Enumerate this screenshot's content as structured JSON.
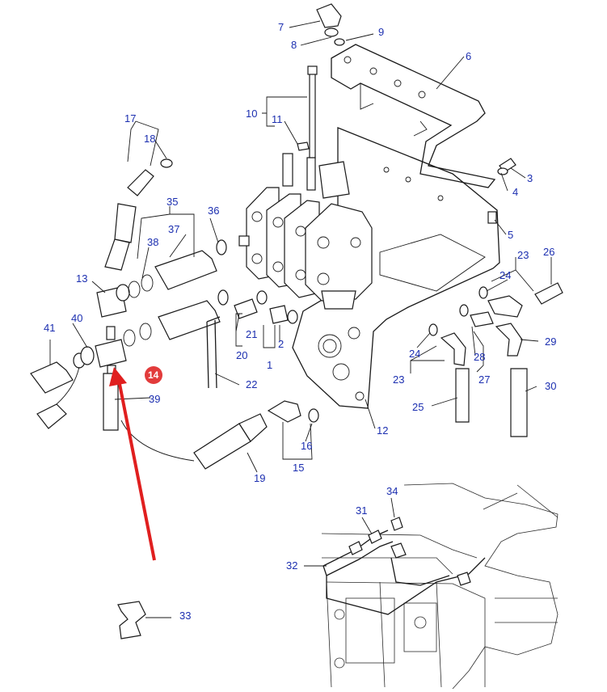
{
  "callouts": {
    "c1": "1",
    "c2": "2",
    "c3": "3",
    "c4": "4",
    "c5": "5",
    "c6": "6",
    "c7": "7",
    "c8": "8",
    "c9": "9",
    "c10": "10",
    "c11": "11",
    "c12": "12",
    "c13": "13",
    "c14": "14",
    "c15": "15",
    "c16": "16",
    "c17": "17",
    "c18": "18",
    "c19": "19",
    "c20": "20",
    "c21": "21",
    "c22": "22",
    "c23a": "23",
    "c23b": "23",
    "c24a": "24",
    "c24b": "24",
    "c25": "25",
    "c26": "26",
    "c27": "27",
    "c28": "28",
    "c29": "29",
    "c30": "30",
    "c31": "31",
    "c32": "32",
    "c33": "33",
    "c34": "34",
    "c35": "35",
    "c36": "36",
    "c37": "37",
    "c38": "38",
    "c39": "39",
    "c40": "40",
    "c41": "41"
  },
  "highlight": {
    "badge_color": "#e23b3b",
    "arrow_color": "#e01f1f",
    "callout_color": "#1c2fb0"
  }
}
